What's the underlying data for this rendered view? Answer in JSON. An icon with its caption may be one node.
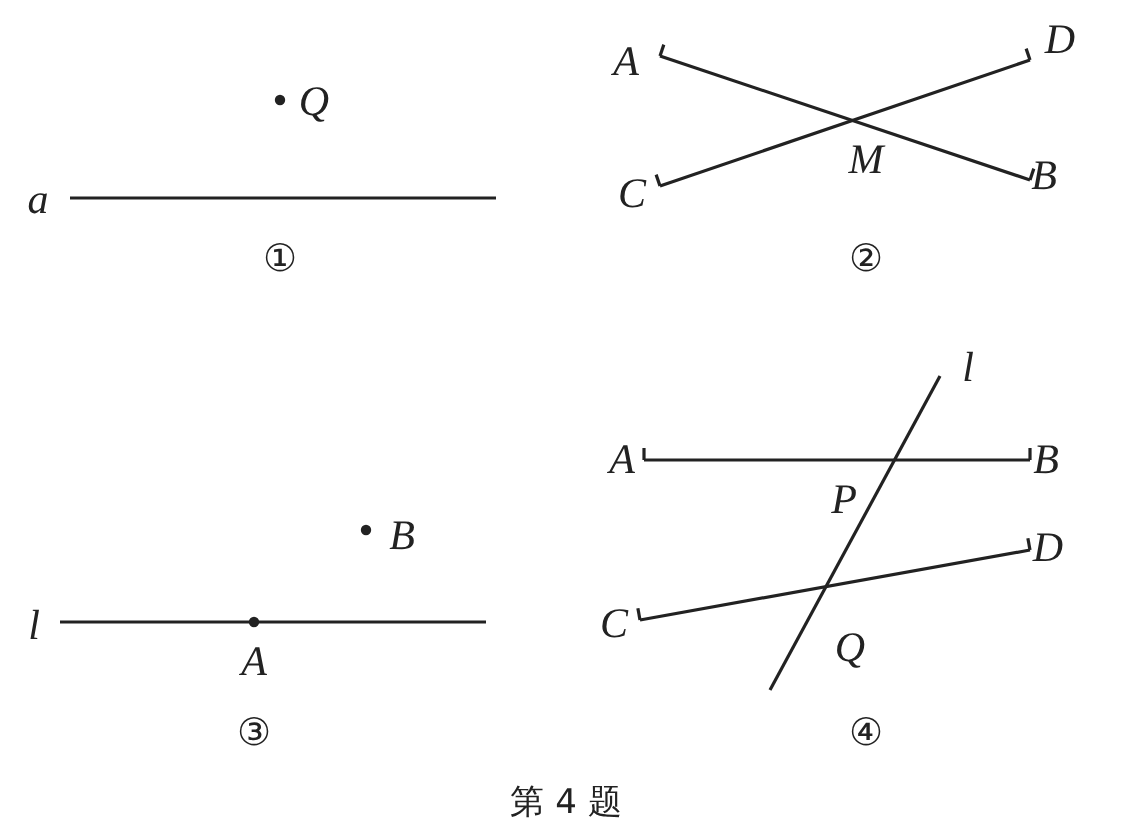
{
  "diagram": {
    "caption": "第 4 题",
    "labels": [
      "Q",
      "a",
      "①",
      "A",
      "D",
      "M",
      "C",
      "B",
      "②",
      "B",
      "l",
      "A",
      "③",
      "l",
      "A",
      "B",
      "P",
      "C",
      "D",
      "Q",
      "④"
    ]
  }
}
